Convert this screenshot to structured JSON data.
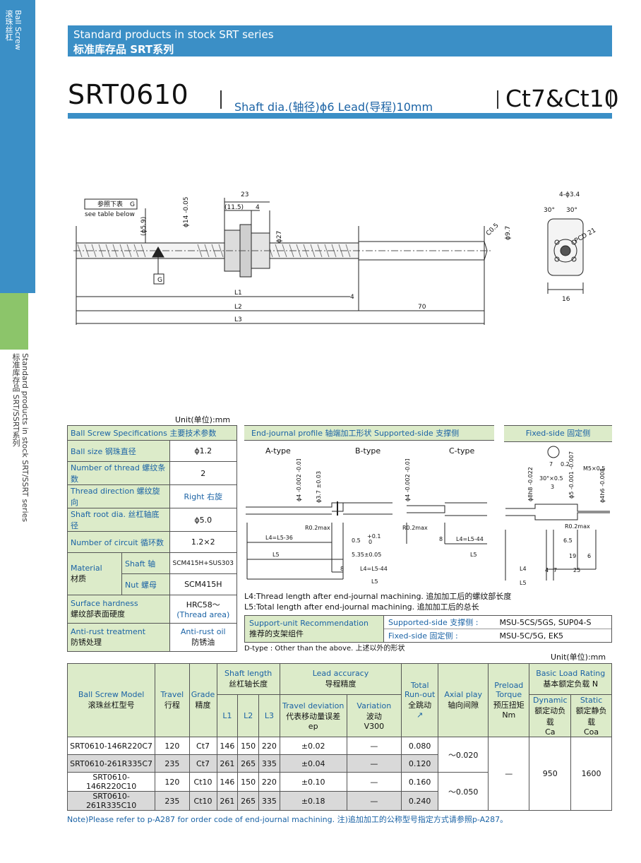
{
  "sidebar": {
    "top_en": "Ball Screw",
    "top_cn": "滚珠丝杠",
    "mid_en": "Standard products in stock  SRT/SSRT series",
    "mid_cn": "标准库存品  SRT/SSRT系列"
  },
  "header": {
    "line1": "Standard products in stock SRT series",
    "line2": "标准库存品  SRT系列"
  },
  "title": {
    "model": "SRT0610",
    "spec": "Shaft dia.(轴径)ϕ6   Lead(导程)10mm",
    "grade": "Ct7&Ct10"
  },
  "drawing": {
    "dims": [
      "23",
      "(11.5)",
      "4",
      "ϕ14 -0.05",
      "(ϕ5.9)",
      "ϕ27",
      "C0.5",
      "ϕ9.7",
      "L1",
      "4",
      "L2",
      "70",
      "L3",
      "4-ϕ3.4",
      "30°",
      "30°",
      "PCD 21",
      "16",
      "G",
      "G"
    ],
    "note_cn": "参照下表",
    "note_en": "see table below"
  },
  "unit": "Unit(单位):mm",
  "spec_table": {
    "header": "Ball Screw Specifications   主要技术参数",
    "rows": [
      {
        "label": "Ball size   钢珠直径",
        "value": "ϕ1.2"
      },
      {
        "label": "Number of thread   螺纹条数",
        "value": "2"
      },
      {
        "label": "Thread direction   螺纹旋向",
        "value": "Right   右旋"
      },
      {
        "label": "Shaft root dia.   丝杠轴底径",
        "value": "ϕ5.0"
      },
      {
        "label": "Number of circuit   循环数",
        "value": "1.2×2"
      }
    ],
    "material": {
      "label_en": "Material",
      "label_cn": "材质",
      "shaft_label": "Shaft   轴",
      "shaft_value": "SCM415H+SUS303",
      "nut_label": "Nut   螺母",
      "nut_value": "SCM415H"
    },
    "hardness": {
      "label_en": "Surface hardness",
      "label_cn": "螺纹部表面硬度",
      "v1": "HRC58～",
      "v2": "(Thread area)"
    },
    "antirust": {
      "label_en": "Anti-rust treatment",
      "label_cn": "防锈处理",
      "v1": "Anti-rust oil",
      "v2": "防锈油"
    }
  },
  "end_journal": {
    "header_left": "End-journal profile   轴端加工形状   Supported-side   支撑侧",
    "header_right": "Fixed-side   固定侧",
    "types": [
      "A-type",
      "B-type",
      "C-type"
    ],
    "dims": [
      "ϕ4 -0.002 -0.010",
      "ϕ3.7 ±0.03",
      "R0.2max",
      "L4=L5-36",
      "L5",
      "0.5",
      "+0.1 0",
      "5.35±0.05",
      "8",
      "L4=L5-44",
      "L5",
      "ϕ4 -0.002 -0.010",
      "R0.2max",
      "8",
      "L4=L5-44",
      "L5"
    ],
    "fixed_dims": [
      "7",
      "0.2",
      "M5×0.5",
      "30°×0.5",
      "3",
      "ϕ8h8 -0.022",
      "ϕ5 -0.001 -0.007",
      "ϕ4h6 -0.008",
      "R0.2max",
      "6.5",
      "19",
      "6",
      "L4",
      "4",
      "7",
      "25",
      "L5"
    ],
    "note1": "L4:Thread length after end-journal machining.   追加加工后的螺纹部长度",
    "note2": "L5:Total length after end-journal machining.   追加加工后的总长"
  },
  "support_unit": {
    "title_en": "Support-unit Recommendation",
    "title_cn": "推荐的支架组件",
    "rows": [
      {
        "side": "Supported-side   支撑侧   :",
        "value": "MSU-5CS/5GS, SUP04-S"
      },
      {
        "side": "Fixed-side        固定侧   :",
        "value": "MSU-5C/5G, EK5"
      }
    ],
    "d_type": "D-type : Other than the above.   上述以外的形状"
  },
  "main_table": {
    "unit": "Unit(单位):mm",
    "headers": {
      "model": "Ball Screw Model",
      "model_cn": "滚珠丝杠型号",
      "travel": "Travel",
      "travel_cn": "行程",
      "grade": "Grade",
      "grade_cn": "精度",
      "shaft": "Shaft length",
      "shaft_cn": "丝杠轴长度",
      "l1": "L1",
      "l2": "L2",
      "l3": "L3",
      "lead": "Lead accuracy",
      "lead_cn": "导程精度",
      "travel_dev": "Travel deviation",
      "travel_dev_cn": "代表移动量误差",
      "ep": "ep",
      "variation": "Variation",
      "variation_cn": "波动",
      "v300": "V300",
      "runout": "Total Run-out",
      "runout_cn": "全跳动",
      "axial": "Axial play",
      "axial_cn": "轴向间隙",
      "preload": "Preload Torque",
      "preload_cn": "预压扭矩",
      "preload_unit": "Nm",
      "load": "Basic Load Rating",
      "load_cn": "基本额定负载",
      "load_unit": "N",
      "dyn": "Dynamic",
      "dyn_cn": "额定动负载",
      "ca": "Ca",
      "stat": "Static",
      "stat_cn": "额定静负载",
      "coa": "Coa"
    },
    "rows": [
      {
        "model": "SRT0610-146R220C7",
        "travel": "120",
        "grade": "Ct7",
        "l1": "146",
        "l2": "150",
        "l3": "220",
        "ep": "±0.02",
        "v": "—",
        "runout": "0.080"
      },
      {
        "model": "SRT0610-261R335C7",
        "travel": "235",
        "grade": "Ct7",
        "l1": "261",
        "l2": "265",
        "l3": "335",
        "ep": "±0.04",
        "v": "—",
        "runout": "0.120"
      },
      {
        "model": "SRT0610-146R220C10",
        "travel": "120",
        "grade": "Ct10",
        "l1": "146",
        "l2": "150",
        "l3": "220",
        "ep": "±0.10",
        "v": "—",
        "runout": "0.160"
      },
      {
        "model": "SRT0610-261R335C10",
        "travel": "235",
        "grade": "Ct10",
        "l1": "261",
        "l2": "265",
        "l3": "335",
        "ep": "±0.18",
        "v": "—",
        "runout": "0.240"
      }
    ],
    "axial_ct7": "～0.020",
    "axial_ct10": "～0.050",
    "preload": "—",
    "ca": "950",
    "coa": "1600",
    "note": "Note)Please refer to p-A287 for order code of end-journal machining.   注)追加加工的公称型号指定方式请参照p-A287。"
  }
}
